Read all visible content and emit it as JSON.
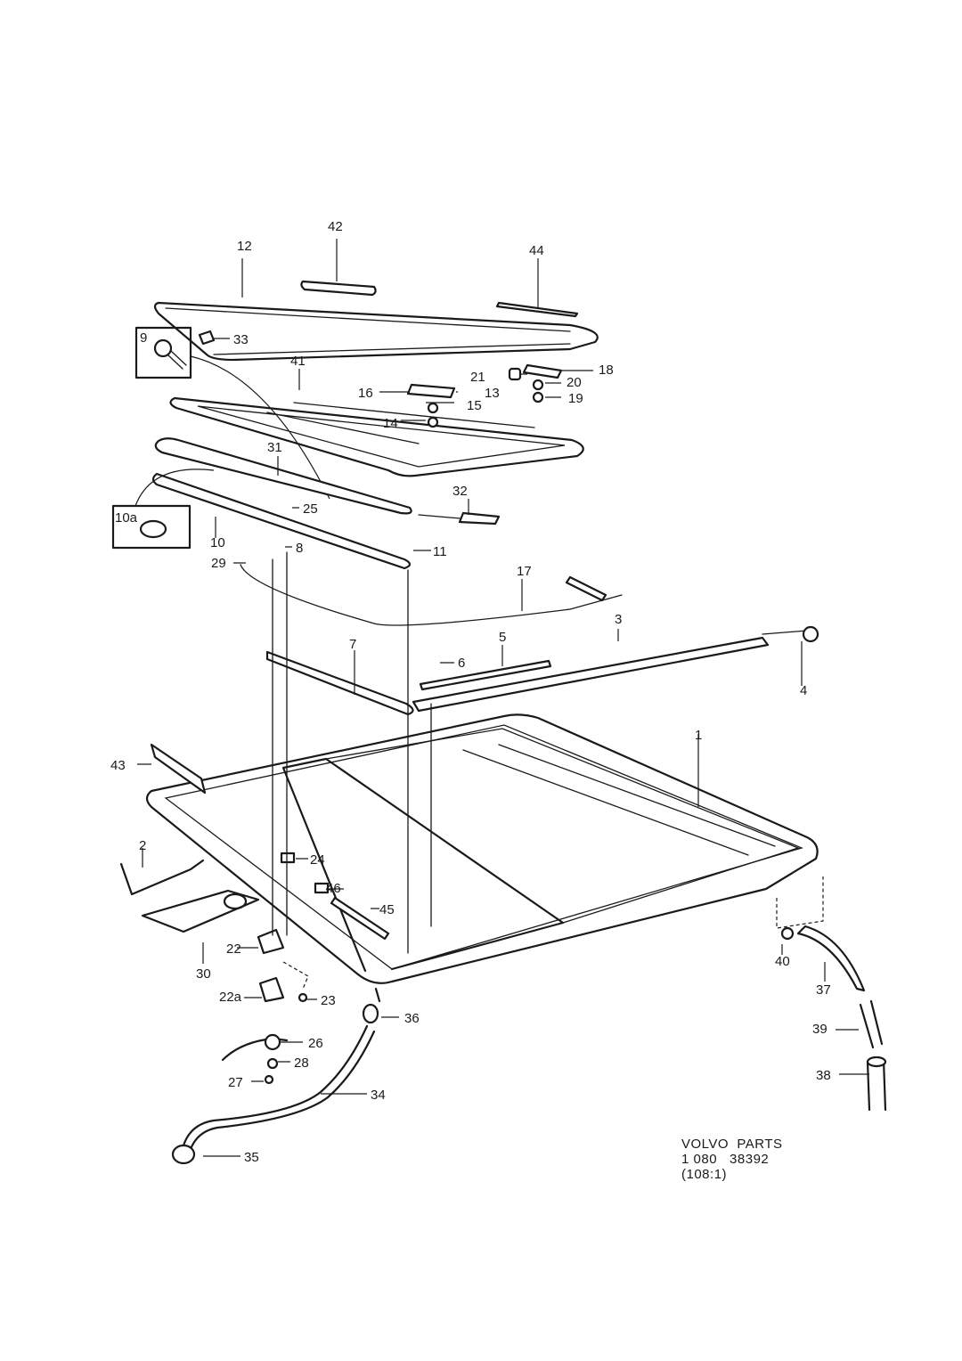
{
  "diagram": {
    "callouts": [
      "1",
      "2",
      "3",
      "4",
      "5",
      "6",
      "7",
      "8",
      "9",
      "10",
      "10a",
      "11",
      "12",
      "13",
      "14",
      "15",
      "16",
      "17",
      "18",
      "19",
      "20",
      "21",
      "22",
      "22a",
      "23",
      "24",
      "25",
      "26",
      "27",
      "28",
      "29",
      "30",
      "31",
      "32",
      "33",
      "34",
      "35",
      "36",
      "37",
      "38",
      "39",
      "40",
      "41",
      "42",
      "43",
      "44",
      "45",
      "46"
    ],
    "footer": {
      "brand": "VOLVO  PARTS",
      "code": "1 080   38392",
      "ref": "(108:1)"
    }
  }
}
